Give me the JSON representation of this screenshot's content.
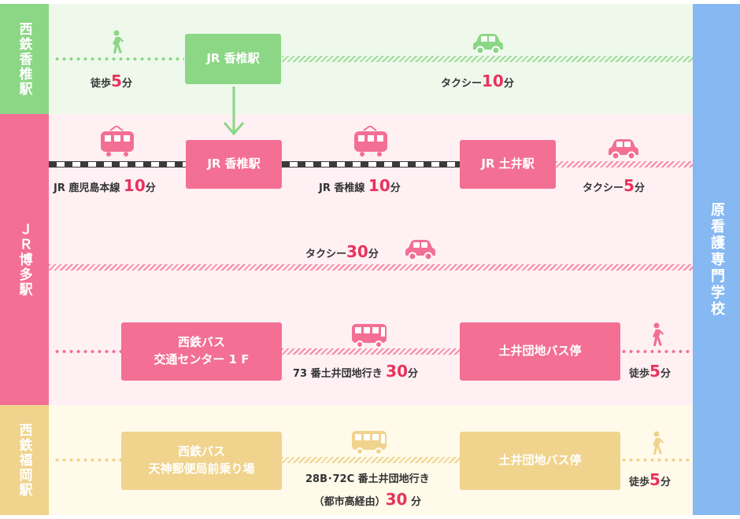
{
  "colors": {
    "green": "#8bd785",
    "pink": "#f36f94",
    "yellow": "#f0d38d",
    "blue": "#86b8f2",
    "accent": "#e8325c"
  },
  "stations": {
    "nishitetsu_kashii": "西鉄香椎駅",
    "jr_hakata": "ＪＲ博多駅",
    "nishitetsu_fukuoka": "西鉄福岡駅"
  },
  "destination": "原看護専門学校",
  "boxes": {
    "jr_kashii_1": "JR 香椎駅",
    "jr_kashii_2": "JR 香椎駅",
    "jr_doi": "JR 土井駅",
    "bus_center": "西鉄バス\n交通センター 1 F",
    "doi_danchi_1": "土井団地バス停",
    "tenjin": "西鉄バス\n天神郵便局前乗り場",
    "doi_danchi_2": "土井団地バス停"
  },
  "labels": {
    "walk1": {
      "text": "徒歩",
      "num": "5",
      "unit": "分"
    },
    "taxi1": {
      "text": "タクシー",
      "num": "10",
      "unit": "分"
    },
    "jr_kagoshima": {
      "text": "JR 鹿児島本線",
      "num": "10",
      "unit": "分"
    },
    "jr_kashii_line": {
      "text": "JR 香椎線",
      "num": "10",
      "unit": "分"
    },
    "taxi2": {
      "text": "タクシー",
      "num": "5",
      "unit": "分"
    },
    "taxi3": {
      "text": "タクシー",
      "num": "30",
      "unit": "分"
    },
    "bus73": {
      "text": "73 番土井団地行き",
      "num": "30",
      "unit": "分"
    },
    "walk2": {
      "text": "徒歩",
      "num": "5",
      "unit": "分"
    },
    "bus28": {
      "text": "28B･72C 番土井団地行き",
      "text2": "（都市高経由）",
      "num": "30",
      "unit": "分"
    },
    "walk3": {
      "text": "徒歩",
      "num": "5",
      "unit": "分"
    }
  },
  "icons": [
    "walking-person-icon",
    "car-icon",
    "train-icon",
    "bus-icon",
    "arrow-down-icon"
  ]
}
